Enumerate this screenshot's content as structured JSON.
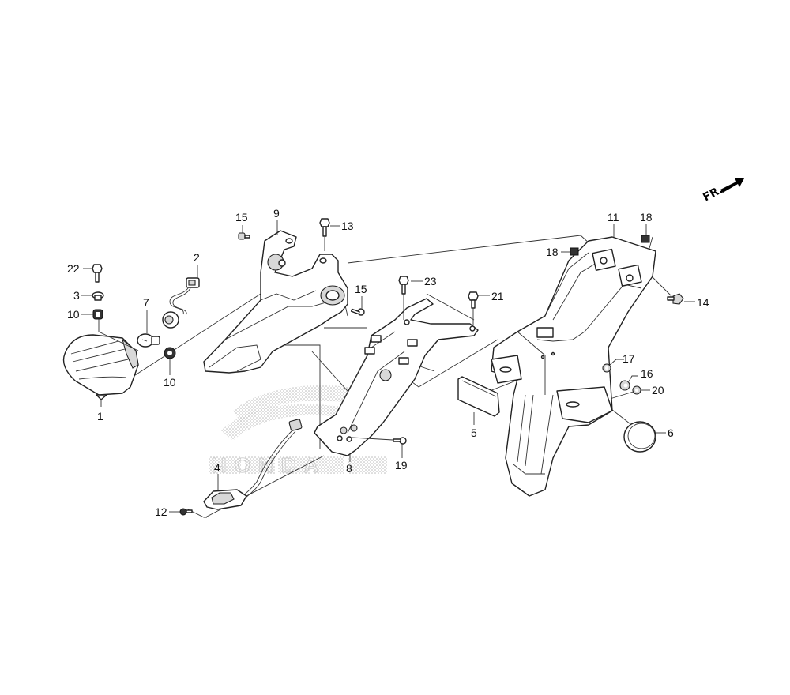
{
  "diagram": {
    "title": "Rear light / rear fender exploded parts diagram",
    "direction_indicator": "FR.",
    "watermark": "HONDA",
    "callouts": [
      {
        "id": "c1",
        "number": "1",
        "part": "tail-light-assembly"
      },
      {
        "id": "c2",
        "number": "2",
        "part": "socket-harness"
      },
      {
        "id": "c3",
        "number": "3",
        "part": "collar"
      },
      {
        "id": "c4",
        "number": "4",
        "part": "license-light"
      },
      {
        "id": "c5",
        "number": "5",
        "part": "reflector"
      },
      {
        "id": "c6",
        "number": "6",
        "part": "round-reflector"
      },
      {
        "id": "c7",
        "number": "7",
        "part": "bulb"
      },
      {
        "id": "c8",
        "number": "8",
        "part": "license-bracket"
      },
      {
        "id": "c9",
        "number": "9",
        "part": "light-housing-bracket"
      },
      {
        "id": "c10a",
        "number": "10",
        "part": "grommet-upper"
      },
      {
        "id": "c10b",
        "number": "10",
        "part": "grommet-lower"
      },
      {
        "id": "c11",
        "number": "11",
        "part": "rear-fender"
      },
      {
        "id": "c12",
        "number": "12",
        "part": "screw"
      },
      {
        "id": "c13",
        "number": "13",
        "part": "bolt"
      },
      {
        "id": "c14",
        "number": "14",
        "part": "bolt-right"
      },
      {
        "id": "c15a",
        "number": "15",
        "part": "screw-upper"
      },
      {
        "id": "c15b",
        "number": "15",
        "part": "screw-lower"
      },
      {
        "id": "c16",
        "number": "16",
        "part": "nut"
      },
      {
        "id": "c17",
        "number": "17",
        "part": "nut-small"
      },
      {
        "id": "c18a",
        "number": "18",
        "part": "clip-left"
      },
      {
        "id": "c18b",
        "number": "18",
        "part": "clip-right"
      },
      {
        "id": "c19",
        "number": "19",
        "part": "tapping-screw"
      },
      {
        "id": "c20",
        "number": "20",
        "part": "washer"
      },
      {
        "id": "c21",
        "number": "21",
        "part": "bolt-bracket-right"
      },
      {
        "id": "c22",
        "number": "22",
        "part": "bolt-top-left"
      },
      {
        "id": "c23",
        "number": "23",
        "part": "bolt-bracket-center"
      }
    ]
  }
}
